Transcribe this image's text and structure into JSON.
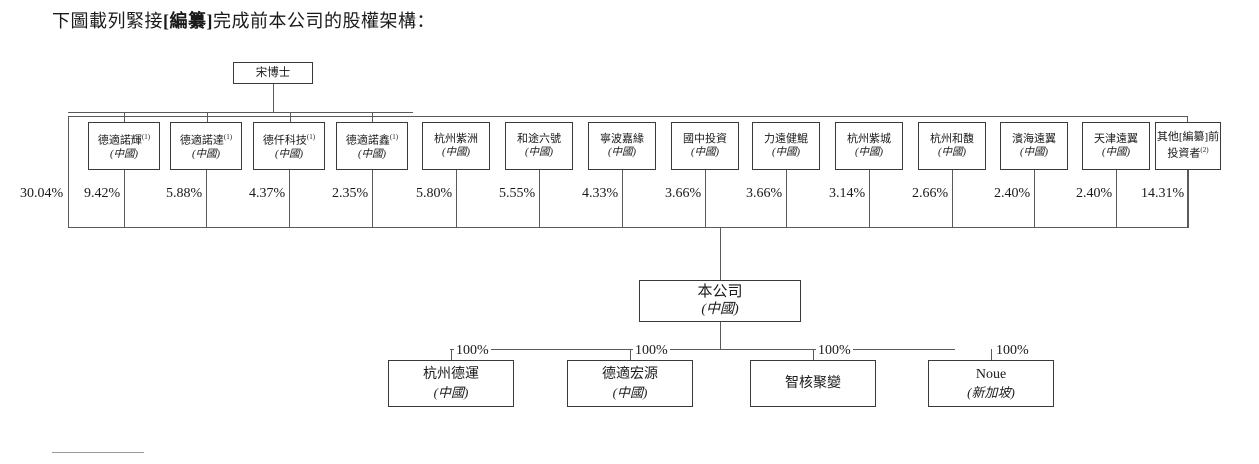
{
  "document": {
    "heading_prefix": "下圖載列緊接",
    "heading_bracket": "[編纂]",
    "heading_suffix": "完成前本公司的股權架構："
  },
  "chart_data": {
    "type": "diagram",
    "title": "股權架構圖",
    "controller": {
      "name": "宋博士",
      "aggregate_percent": "30.04%"
    },
    "company": {
      "name": "本公司",
      "country": "(中國)"
    },
    "shareholders": [
      {
        "name": "德適諾輝",
        "sup": "(1)",
        "country": "(中國)",
        "percent": "9.42%"
      },
      {
        "name": "德適諾達",
        "sup": "(1)",
        "country": "(中國)",
        "percent": "5.88%"
      },
      {
        "name": "德仟科技",
        "sup": "(1)",
        "country": "(中國)",
        "percent": "4.37%"
      },
      {
        "name": "德適諾鑫",
        "sup": "(1)",
        "country": "(中國)",
        "percent": "2.35%"
      },
      {
        "name": "杭州紫洲",
        "sup": "",
        "country": "(中國)",
        "percent": "5.80%"
      },
      {
        "name": "和途六號",
        "sup": "",
        "country": "(中國)",
        "percent": "5.55%"
      },
      {
        "name": "寧波嘉緣",
        "sup": "",
        "country": "(中國)",
        "percent": "4.33%"
      },
      {
        "name": "國中投資",
        "sup": "",
        "country": "(中國)",
        "percent": "3.66%"
      },
      {
        "name": "力遠健鯤",
        "sup": "",
        "country": "(中國)",
        "percent": "3.66%"
      },
      {
        "name": "杭州紫城",
        "sup": "",
        "country": "(中國)",
        "percent": "3.14%"
      },
      {
        "name": "杭州和馥",
        "sup": "",
        "country": "(中國)",
        "percent": "2.66%"
      },
      {
        "name": "濱海遠翼",
        "sup": "",
        "country": "(中國)",
        "percent": "2.40%"
      },
      {
        "name": "天津遠翼",
        "sup": "",
        "country": "(中國)",
        "percent": "2.40%"
      },
      {
        "name": "其他[編纂]前投資者",
        "sup": "(2)",
        "country": "",
        "percent": "14.31%"
      }
    ],
    "subsidiaries": [
      {
        "name": "杭州德運",
        "country": "(中國)",
        "percent": "100%"
      },
      {
        "name": "德適宏源",
        "country": "(中國)",
        "percent": "100%"
      },
      {
        "name": "智核聚變",
        "country": "",
        "percent": "100%"
      },
      {
        "name": "Noue",
        "country": "(新加坡)",
        "percent": "100%"
      }
    ],
    "colors": {
      "line": "#5a5a5a",
      "box_border": "#3a3a3a",
      "text": "#1a1a1a",
      "background": "#ffffff"
    }
  }
}
